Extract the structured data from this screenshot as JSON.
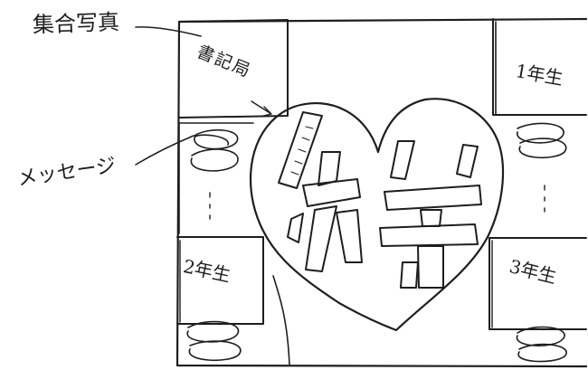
{
  "labels": {
    "group_photo": "集合写真",
    "message": "メッセージ",
    "secretariat": "書記局",
    "grade1": "1年生",
    "grade2": "2年生",
    "grade3": "3年生"
  },
  "ink_color": "#1e1e1e",
  "paper_color": "#ffffff"
}
